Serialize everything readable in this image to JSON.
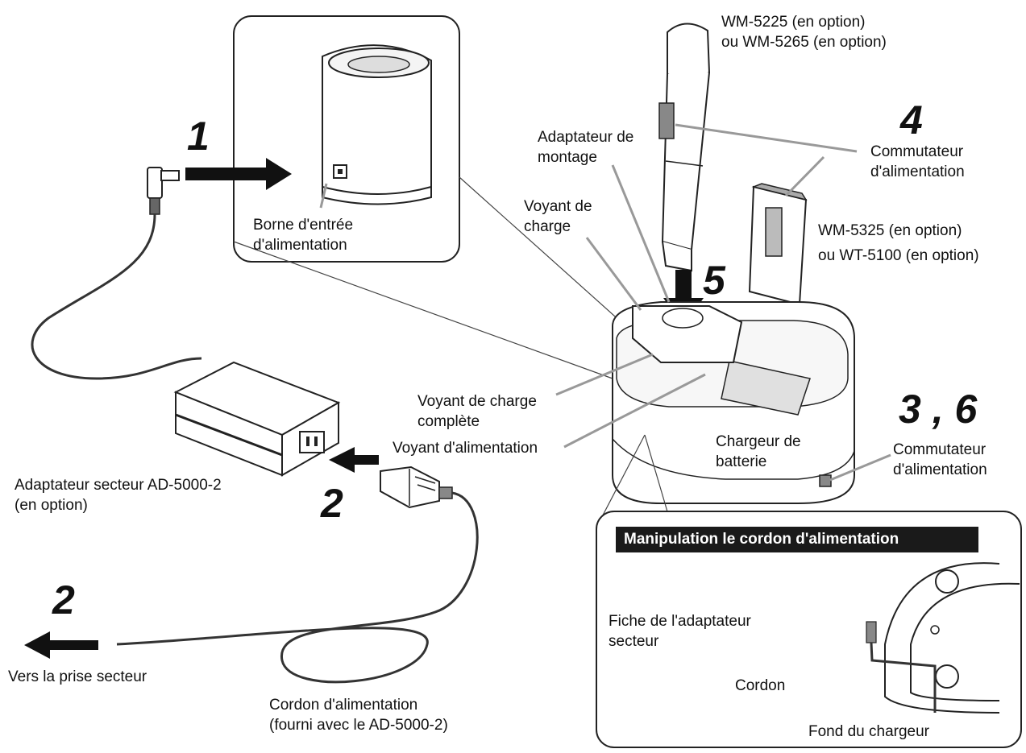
{
  "steps": {
    "s1": "1",
    "s2_plug": "2",
    "s2_outlet": "2",
    "s3_6": "3 , 6",
    "s4": "4",
    "s5": "5"
  },
  "labels": {
    "wm5225_line1": "WM-5225 (en option)",
    "wm5225_line2": "ou WM-5265 (en option)",
    "adapt_mont_line1": "Adaptateur de",
    "adapt_mont_line2": "montage",
    "commut_top_line1": "Commutateur",
    "commut_top_line2": "d'alimentation",
    "voyant_charge_line1": "Voyant de",
    "voyant_charge_line2": "charge",
    "borne_line1": "Borne d'entrée",
    "borne_line2": "d'alimentation",
    "wm5325_line1": "WM-5325 (en option)",
    "wm5325_line2": "ou WT-5100 (en option)",
    "voyant_complete_line1": "Voyant de charge",
    "voyant_complete_line2": "complète",
    "voyant_alim": "Voyant d'alimentation",
    "chargeur_line1": "Chargeur de",
    "chargeur_line2": "batterie",
    "commut_bottom_line1": "Commutateur",
    "commut_bottom_line2": "d'alimentation",
    "adapt_secteur_line1": "Adaptateur secteur AD-5000-2",
    "adapt_secteur_line2": "(en option)",
    "vers_prise": "Vers la prise secteur",
    "cordon_line1": "Cordon d'alimentation",
    "cordon_line2": "(fourni avec le AD-5000-2)"
  },
  "inset": {
    "title": "Manipulation le cordon d'alimentation",
    "fiche_line1": "Fiche de l'adaptateur",
    "fiche_line2": "secteur",
    "cordon": "Cordon",
    "fond": "Fond du chargeur"
  }
}
